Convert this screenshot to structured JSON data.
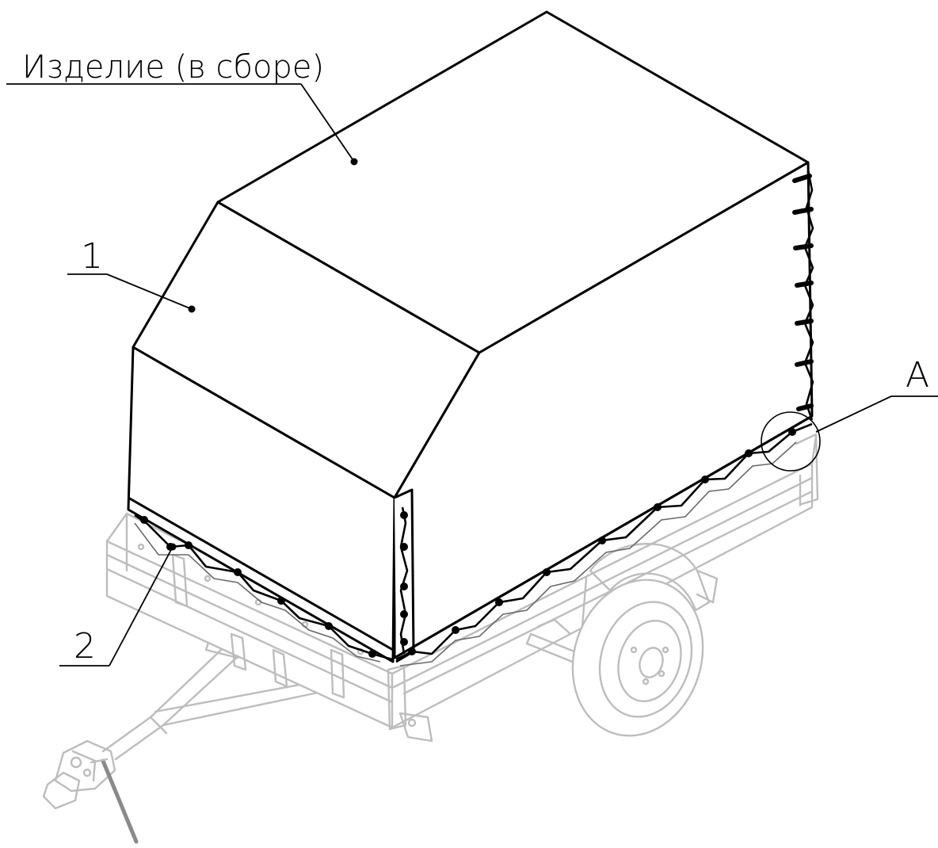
{
  "labels": {
    "assembly": "Изделие (в сборе)",
    "callout_1": "1",
    "callout_2": "2",
    "view_a": "А"
  },
  "colors": {
    "outline": "#000000",
    "trailer_frame": "#bdbdbd",
    "background": "#ffffff"
  }
}
